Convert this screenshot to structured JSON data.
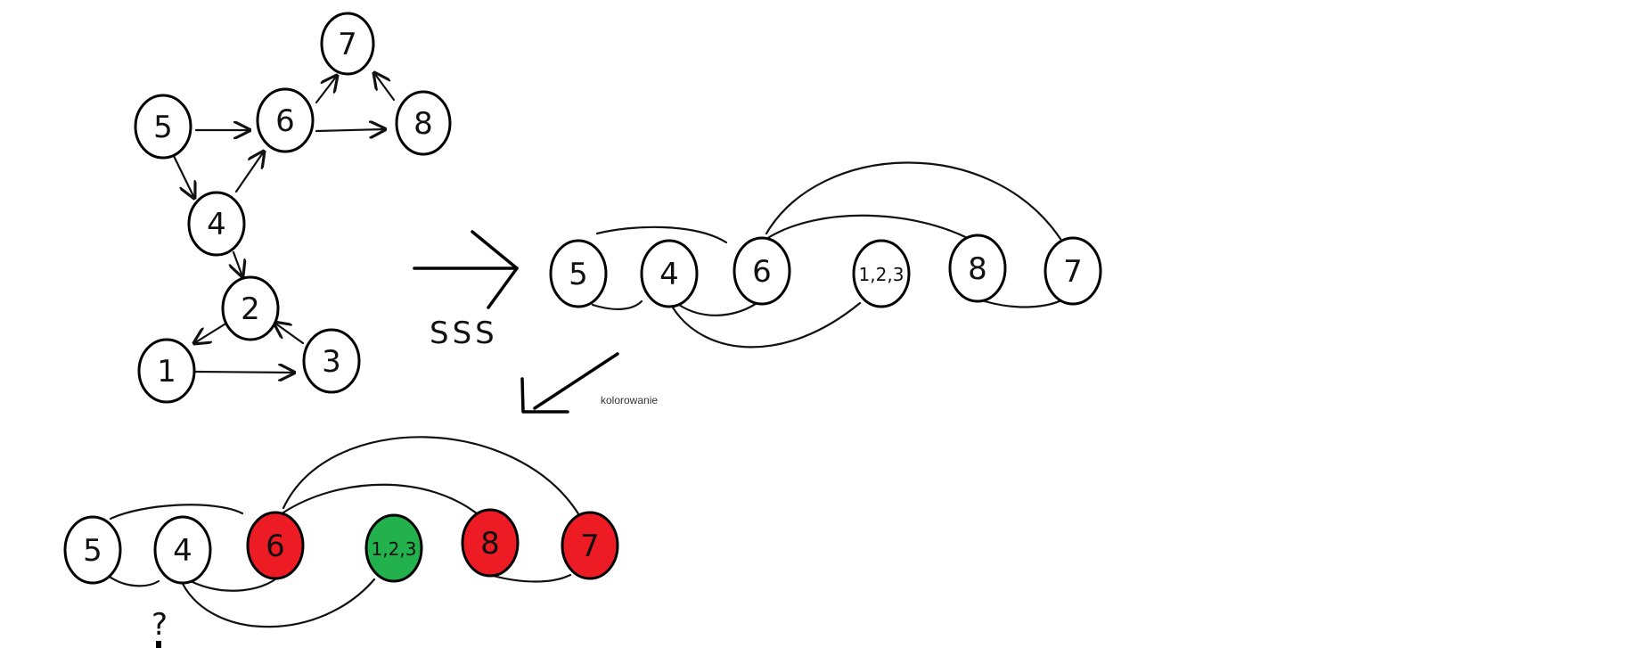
{
  "graph_original": {
    "nodes": [
      {
        "id": "n7",
        "label": "7"
      },
      {
        "id": "n5",
        "label": "5"
      },
      {
        "id": "n6",
        "label": "6"
      },
      {
        "id": "n8",
        "label": "8"
      },
      {
        "id": "n4",
        "label": "4"
      },
      {
        "id": "n2",
        "label": "2"
      },
      {
        "id": "n1",
        "label": "1"
      },
      {
        "id": "n3",
        "label": "3"
      }
    ]
  },
  "transform_arrow": {
    "note": "SSS"
  },
  "graph_condensed": {
    "nodes": [
      {
        "id": "c5",
        "label": "5"
      },
      {
        "id": "c4",
        "label": "4"
      },
      {
        "id": "c6",
        "label": "6"
      },
      {
        "id": "c123",
        "label": "1,2,3"
      },
      {
        "id": "c8",
        "label": "8"
      },
      {
        "id": "c7",
        "label": "7"
      }
    ]
  },
  "coloring_arrow": {
    "label": "kolorowanie"
  },
  "graph_colored": {
    "nodes": [
      {
        "id": "k5",
        "label": "5",
        "color": "#ffffff"
      },
      {
        "id": "k4",
        "label": "4",
        "color": "#ffffff"
      },
      {
        "id": "k6",
        "label": "6",
        "color": "#ed1c24"
      },
      {
        "id": "k123",
        "label": "1,2,3",
        "color": "#22b14c"
      },
      {
        "id": "k8",
        "label": "8",
        "color": "#ed1c24"
      },
      {
        "id": "k7",
        "label": "7",
        "color": "#ed1c24"
      }
    ],
    "question": "?"
  }
}
